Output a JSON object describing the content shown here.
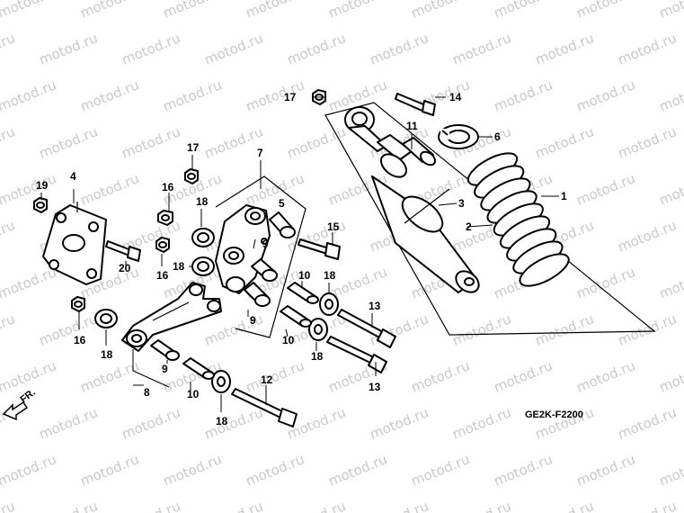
{
  "watermark": {
    "text": "motod.ru",
    "color": "#c9c9c9"
  },
  "diagram_code": "GE2K-F2200",
  "front_arrow_label": "FR.",
  "labels": {
    "l1": "1",
    "l2": "2",
    "l3": "3",
    "l4": "4",
    "l5": "5",
    "l6": "6",
    "l7": "7",
    "l8": "8",
    "l9a": "9",
    "l9b": "9",
    "l9c": "9",
    "l10a": "10",
    "l10b": "10",
    "l10c": "10",
    "l11": "11",
    "l12": "12",
    "l13a": "13",
    "l13b": "13",
    "l14": "14",
    "l15": "15",
    "l16a": "16",
    "l16b": "16",
    "l16c": "16",
    "l17a": "17",
    "l17b": "17",
    "l18a": "18",
    "l18b": "18",
    "l18c": "18",
    "l18d": "18",
    "l18e": "18",
    "l18f": "18",
    "l19": "19",
    "l20": "20"
  }
}
